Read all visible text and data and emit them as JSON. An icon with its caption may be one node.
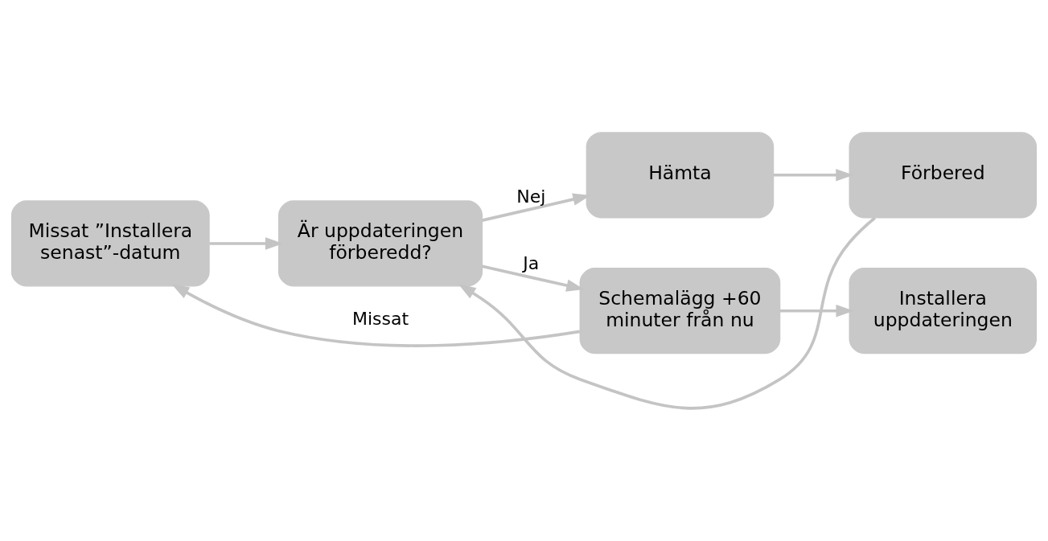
{
  "diagram": {
    "nodes": [
      {
        "text": [
          "Missat ”Installera senast”-datum"
        ]
      },
      {
        "text": [
          "Är uppdateringen förberedd?"
        ]
      },
      {
        "text": [
          "Hämta"
        ]
      },
      {
        "text": [
          "Förbered"
        ]
      },
      {
        "text": [
          "Schemalägg +60 minuter från nu"
        ]
      },
      {
        "text": [
          "Installera uppdateringen"
        ]
      }
    ],
    "edges": [
      {
        "from": 0,
        "to": 1,
        "arrow": "to"
      },
      {
        "from": 1,
        "to": 2,
        "arrow": "to",
        "label": "Nej"
      },
      {
        "from": 1,
        "to": 4,
        "arrow": "to",
        "label": "Ja"
      },
      {
        "from": 2,
        "to": 3,
        "arrow": "to"
      },
      {
        "from": 3,
        "to": 1,
        "arrow": "to"
      },
      {
        "from": 4,
        "to": 5,
        "arrow": "to"
      },
      {
        "from": 4,
        "to": 0,
        "arrow": "to",
        "label": "Missat"
      }
    ]
  }
}
